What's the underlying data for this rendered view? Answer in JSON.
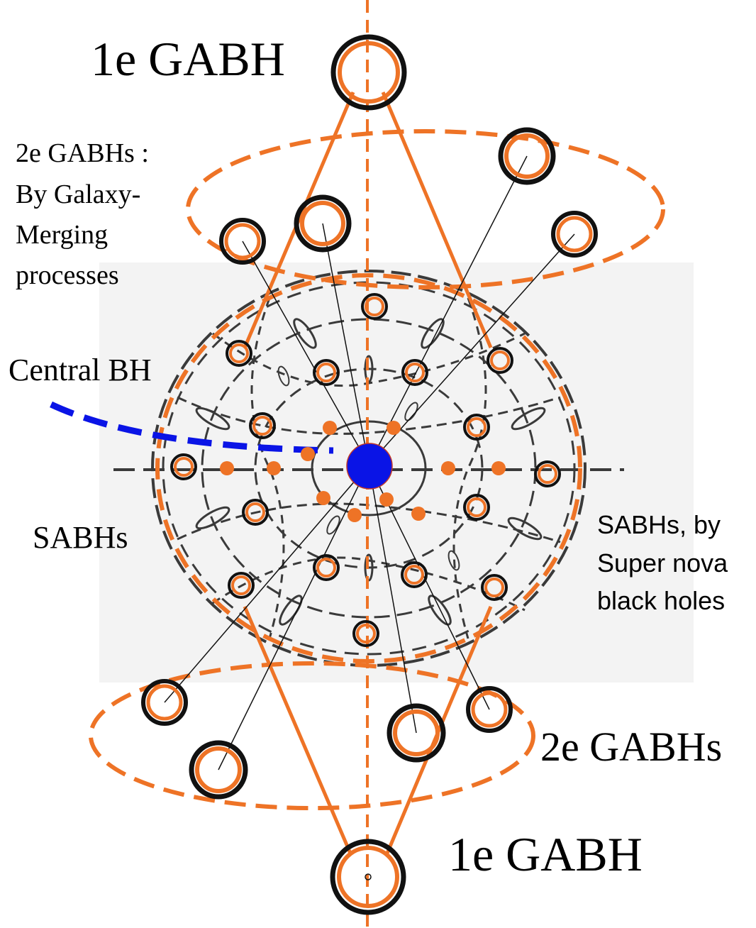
{
  "labels": {
    "top_primary": "1e GABH",
    "bottom_primary": "1e GABH",
    "upper_secondary": [
      "2e GABHs :",
      "By Galaxy-",
      "Merging",
      "processes"
    ],
    "lower_secondary": "2e GABHs",
    "central": "Central BH",
    "sabhs_left": "SABHs",
    "sabhs_right": [
      "SABHs, by",
      "Super nova",
      "black holes"
    ]
  },
  "colors": {
    "orange": "#ee7326",
    "black": "#111111",
    "central_bh": "#0a14e6",
    "background_panel": "#f2f2f2",
    "sketch": "#3a3a3a"
  }
}
